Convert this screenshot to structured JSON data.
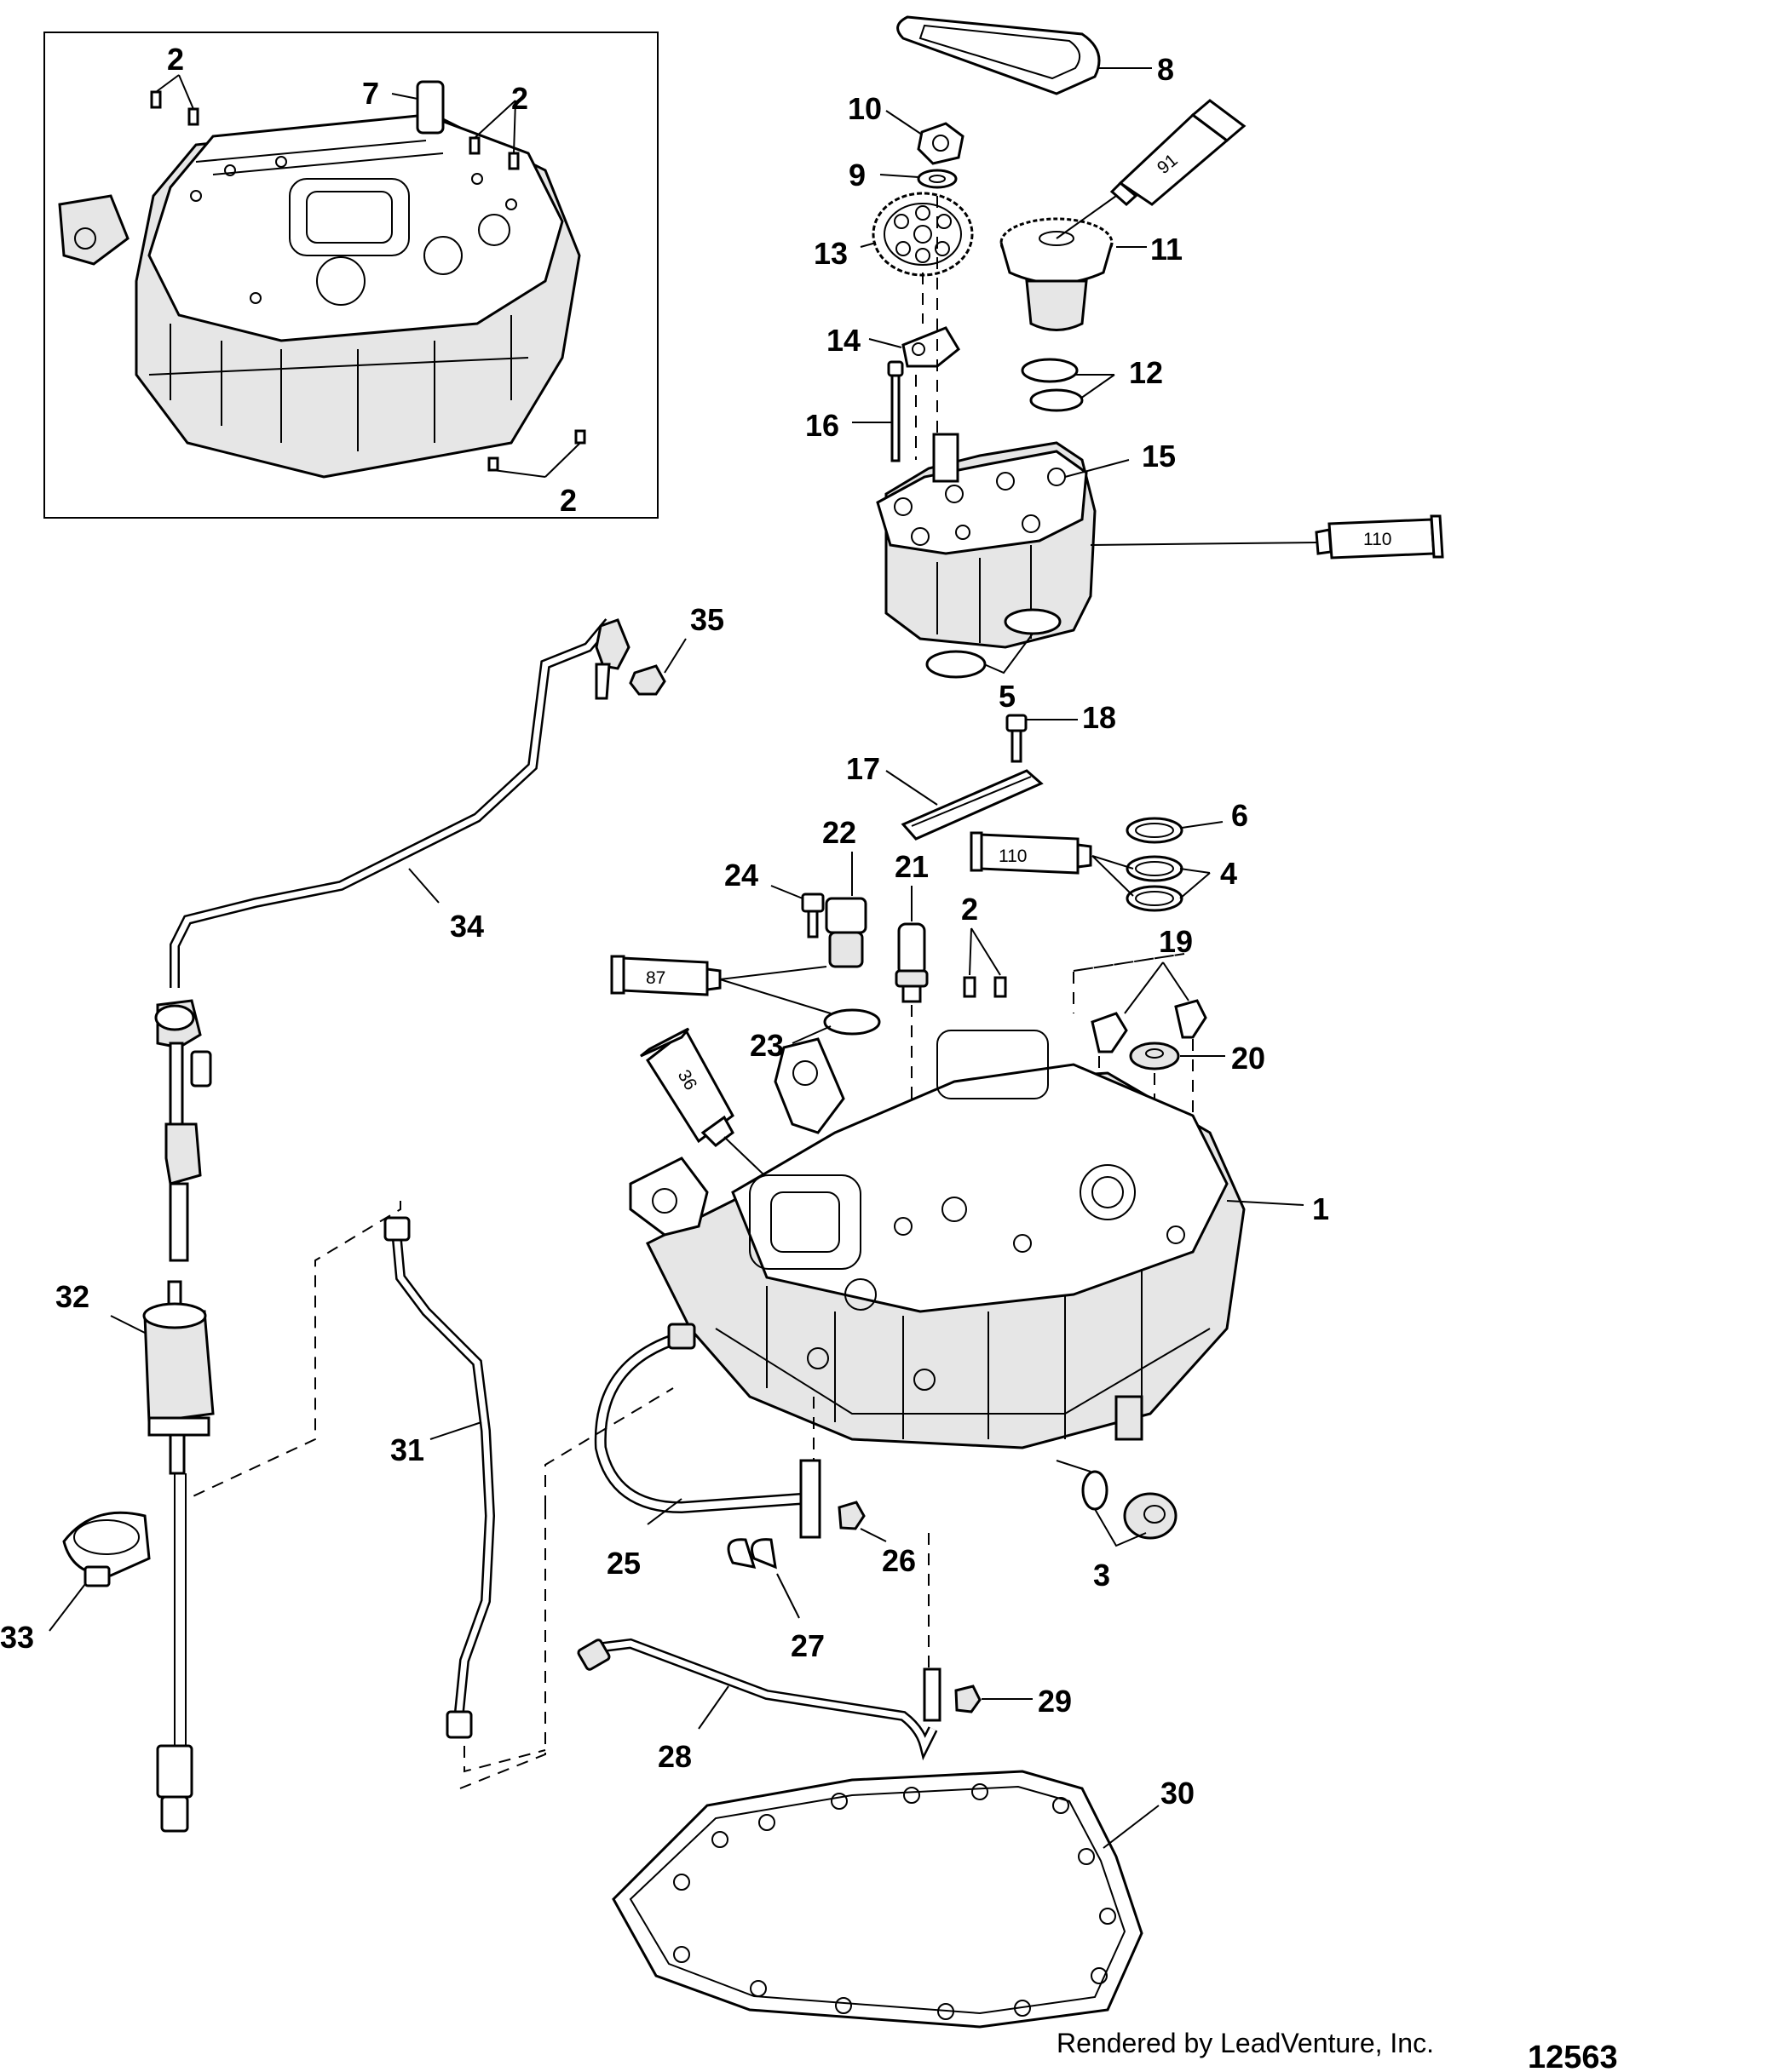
{
  "labels": {
    "l1": "1",
    "l2a": "2",
    "l2b": "2",
    "l2c": "2",
    "l2d": "2",
    "l3": "3",
    "l4": "4",
    "l5": "5",
    "l6": "6",
    "l7": "7",
    "l8": "8",
    "l9": "9",
    "l10": "10",
    "l11": "11",
    "l12": "12",
    "l13": "13",
    "l14": "14",
    "l15": "15",
    "l16": "16",
    "l17": "17",
    "l18": "18",
    "l19": "19",
    "l20": "20",
    "l21": "21",
    "l22": "22",
    "l23": "23",
    "l24": "24",
    "l25": "25",
    "l26": "26",
    "l27": "27",
    "l28": "28",
    "l29": "29",
    "l30": "30",
    "l31": "31",
    "l32": "32",
    "l33": "33",
    "l34": "34",
    "l35": "35"
  },
  "tubes": {
    "t91": "91",
    "t110a": "110",
    "t110b": "110",
    "t87": "87",
    "t36": "36"
  },
  "footer": {
    "credit": "Rendered by LeadVenture, Inc.",
    "doc_number": "12563"
  }
}
